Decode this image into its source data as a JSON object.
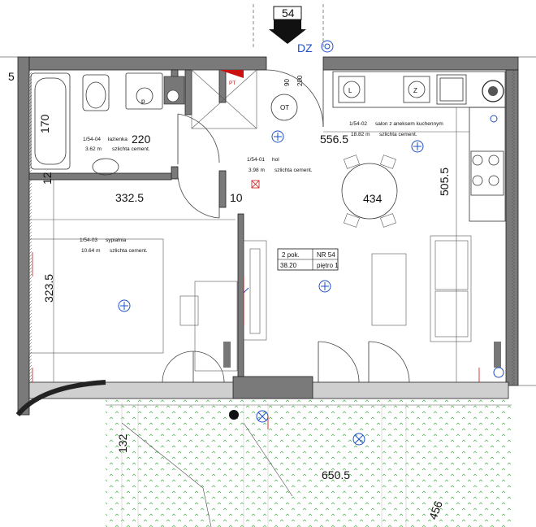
{
  "header": {
    "apartment_number": "54",
    "entry_label": "DZ"
  },
  "rooms": [
    {
      "id": "1/54-04",
      "name": "łazienka",
      "area": "3.62 m",
      "floor": "szlichta cement."
    },
    {
      "id": "1/54-02",
      "name": "salon z aneksem kuchennym",
      "area": "18.82 m",
      "floor": "szlichta cement."
    },
    {
      "id": "1/54-01",
      "name": "hol",
      "area": "3.98 m",
      "floor": "szlichta cement."
    },
    {
      "id": "1/54-03",
      "name": "sypialnia",
      "area": "10.64 m",
      "floor": "szlichta cement."
    }
  ],
  "info_box": {
    "rooms": "2 pok.",
    "number": "NR 54",
    "area": "38.20",
    "floor": "piętro 1"
  },
  "dimensions": {
    "d170": "170",
    "d220": "220",
    "d556": "556.5",
    "d505": "505.5",
    "d332": "332.5",
    "d434": "434",
    "d10": "10",
    "d12": "12",
    "d323": "323.5",
    "d650": "650.5",
    "d132": "132",
    "d456": "456",
    "d90": "90",
    "d200": "200",
    "d5": "5"
  },
  "markers": {
    "pt": "PT",
    "l": "L",
    "z": "Z",
    "p": "p",
    "ot": "OT"
  },
  "colors": {
    "wall": "#7a7a7a",
    "blue": "#1f4fc8",
    "red": "#cc1111",
    "grass": "#3fae3f"
  }
}
